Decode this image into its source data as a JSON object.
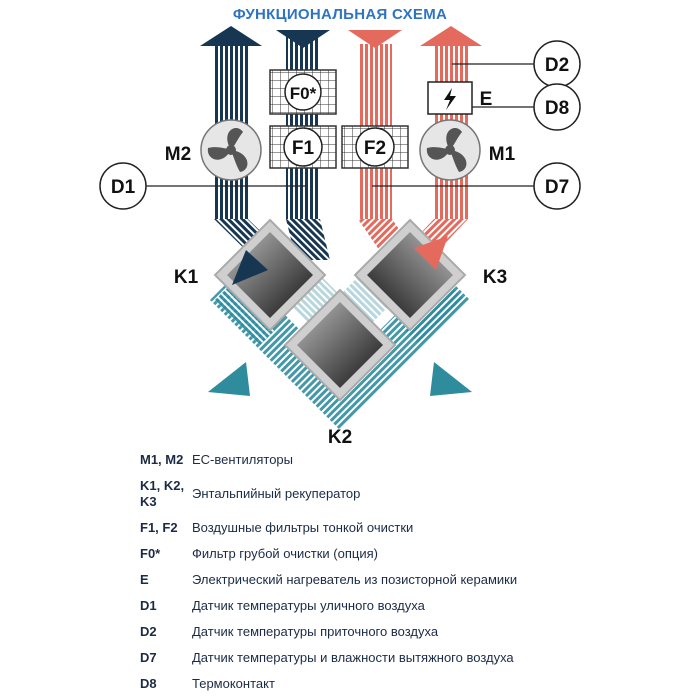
{
  "title": "ФУНКЦИОНАЛЬНАЯ СХЕМА",
  "labels": {
    "M1": "M1",
    "M2": "M2",
    "K1": "K1",
    "K2": "K2",
    "K3": "K3",
    "F0": "F0*",
    "F1": "F1",
    "F2": "F2",
    "E": "E",
    "D1": "D1",
    "D2": "D2",
    "D7": "D7",
    "D8": "D8"
  },
  "colors": {
    "navy": "#163652",
    "coral": "#e46a5e",
    "teal": "#2f8c9d",
    "title": "#2f74c0"
  },
  "icons": [
    "fan-icon",
    "heater-bolt-icon",
    "filter-grid-icon"
  ],
  "legend": [
    {
      "code": "M1, M2",
      "desc": "ЕС-вентиляторы"
    },
    {
      "code": "K1, K2, K3",
      "desc": "Энтальпийный рекуператор"
    },
    {
      "code": "F1, F2",
      "desc": "Воздушные фильтры тонкой очистки"
    },
    {
      "code": "F0*",
      "desc": "Фильтр грубой очистки (опция)"
    },
    {
      "code": "E",
      "desc": "Электрический нагреватель из позисторной керамики"
    },
    {
      "code": "D1",
      "desc": "Датчик температуры уличного воздуха"
    },
    {
      "code": "D2",
      "desc": "Датчик температуры приточного воздуха"
    },
    {
      "code": "D7",
      "desc": "Датчик температуры и влажности вытяжного воздуха"
    },
    {
      "code": "D8",
      "desc": "Термоконтакт"
    }
  ]
}
